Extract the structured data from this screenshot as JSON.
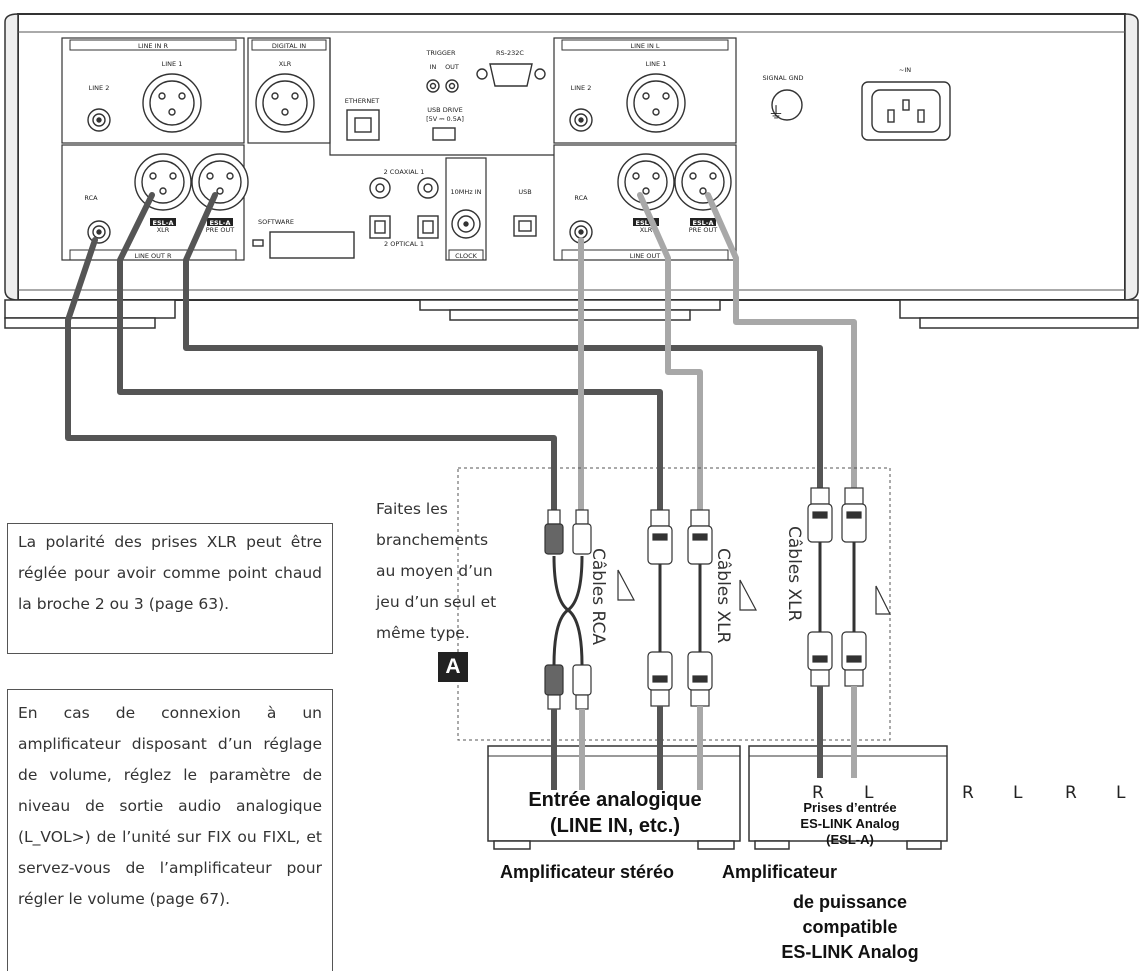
{
  "panel": {
    "line_in_r": "LINE IN  R",
    "digital_in": "DIGITAL IN",
    "line_in_l": "LINE IN  L",
    "line2": "LINE 2",
    "line1": "LINE 1",
    "xlr": "XLR",
    "ethernet": "ETHERNET",
    "trigger": "TRIGGER",
    "trig_in": "IN",
    "trig_out": "OUT",
    "rs232c": "RS-232C",
    "usb_drive": "USB DRIVE",
    "usb_drive_spec": "[5V ⎓ 0.5A]",
    "signal_gnd": "SIGNAL GND",
    "ac_in": "~IN",
    "rca": "RCA",
    "esl_a": "ESL-A",
    "pre_out": "PRE OUT",
    "software": "SOFTWARE",
    "line_out_r": "LINE OUT  R",
    "line_out": "LINE OUT",
    "coaxial": "2   COAXIAL   1",
    "optical": "2   OPTICAL   1",
    "tenmhz_in": "10MHz IN",
    "clock": "CLOCK",
    "usb": "USB"
  },
  "notes": {
    "polarity": "La polarité des prises XLR peut être réglée pour avoir comme point chaud la broche 2 ou 3 (page 63).",
    "volume": "En cas de connexion à un amplificateur disposant d’un réglage de volume, réglez le paramètre de niveau de sortie audio analogique (L_VOL>) de l’unité sur FIX ou FIXL, et servez-vous de l’amplificateur pour régler le volume (page 67)."
  },
  "instruction": "Faites les branchements au moyen d’un jeu d’un seul et même type.",
  "badge": "A",
  "cables": {
    "rca": "Câbles RCA",
    "xlr1": "Câbles XLR",
    "xlr2": "Câbles XLR"
  },
  "amp1": {
    "input_line1": "Entrée analogique",
    "input_line2": "(LINE IN, etc.)",
    "name": "Amplificateur stéréo"
  },
  "amp2": {
    "r": "R",
    "l": "L",
    "input_line1": "Prises d’entrée",
    "input_line2": "ES-LINK Analog",
    "input_line3": "(ESL-A)",
    "name_line1": "Amplificateur",
    "name_line2": "de puissance",
    "name_line3": "compatible",
    "name_line4": "ES-LINK Analog"
  },
  "stray_labels": [
    "R",
    "L",
    "R",
    "L"
  ],
  "colors": {
    "dark_cable": "#555555",
    "light_cable": "#a8a8a8",
    "outline": "#333333"
  }
}
